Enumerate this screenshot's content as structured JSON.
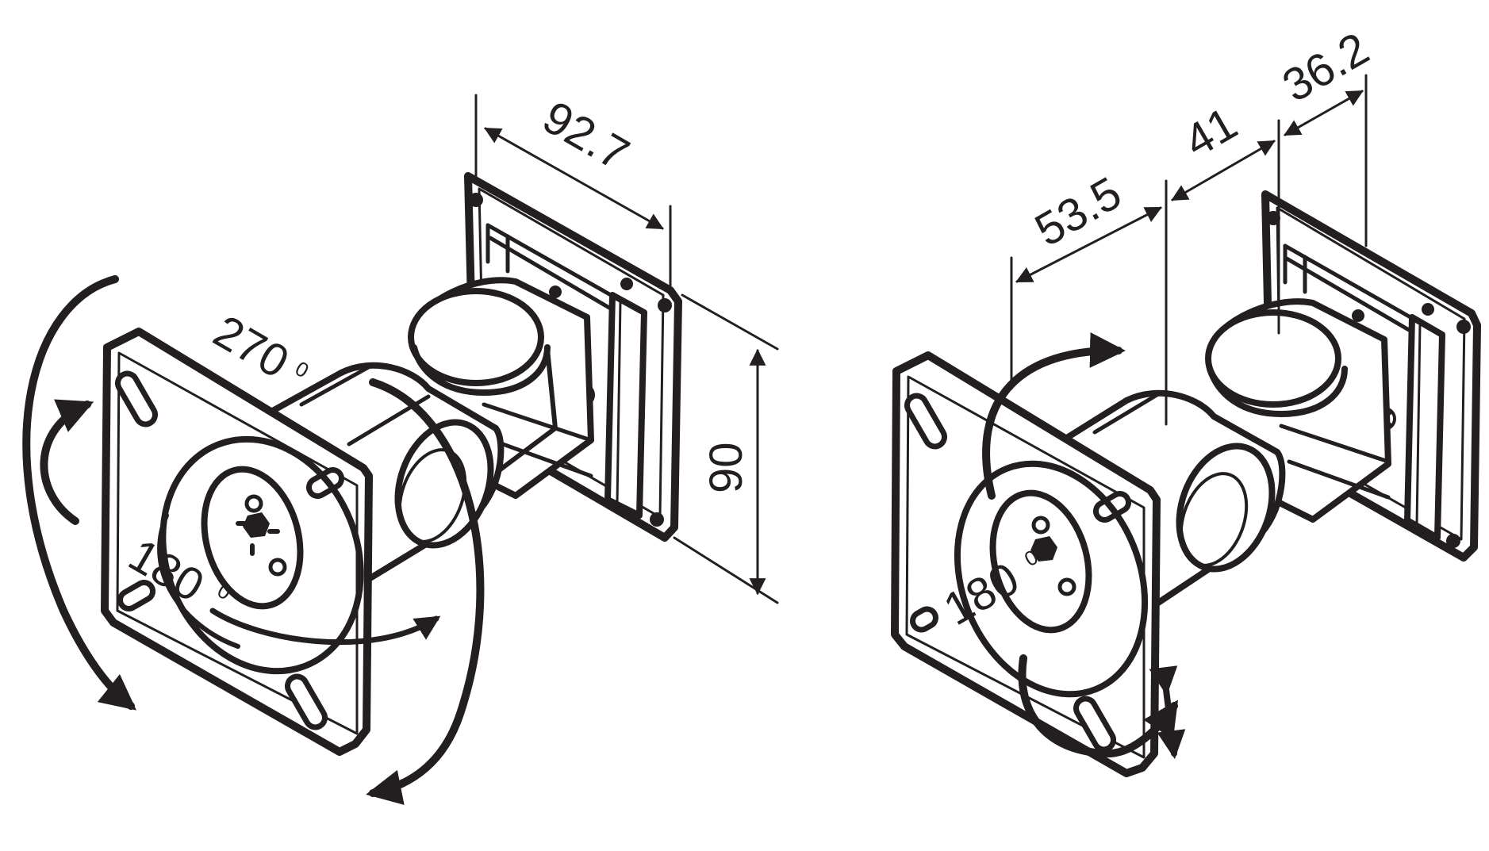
{
  "colors": {
    "ink": "#231f20",
    "paper": "#ffffff"
  },
  "left_view": {
    "dimensions": {
      "width_top": "92.7",
      "height": "90"
    },
    "angles": {
      "swivel": "270",
      "rotation": "180",
      "degree_mark": "0"
    }
  },
  "right_view": {
    "dimensions": {
      "segment_a": "53.5",
      "segment_b": "41",
      "segment_c": "36.2"
    },
    "angles": {
      "rotation": "180",
      "degree_mark": "0"
    }
  }
}
